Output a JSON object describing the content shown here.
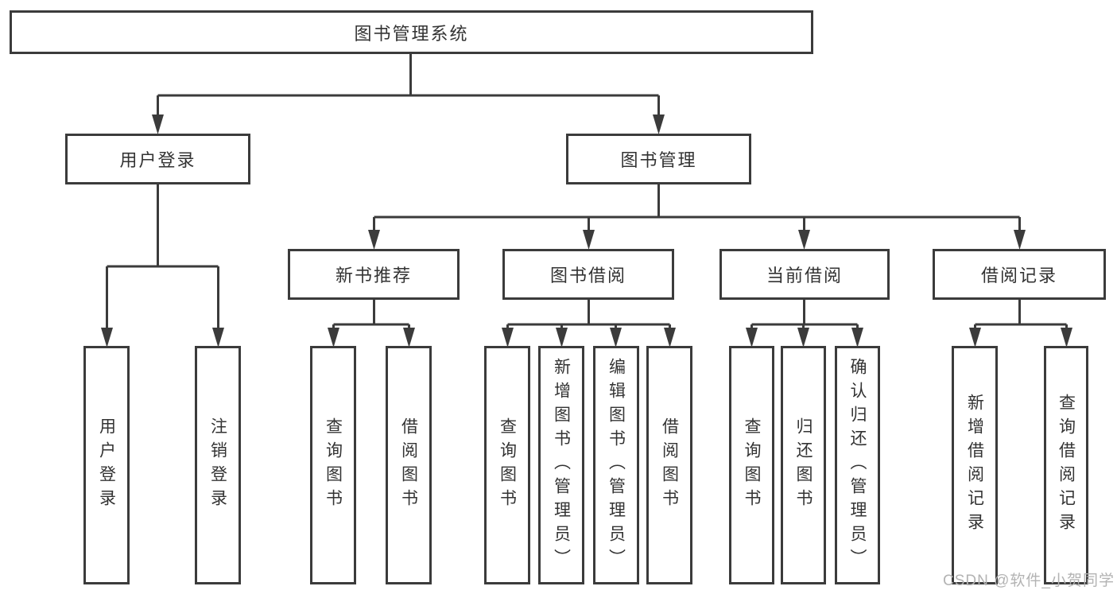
{
  "tree": {
    "root": {
      "label": "图书管理系统"
    },
    "level2": [
      {
        "label": "用户登录",
        "children": [
          {
            "label": "用户登录"
          },
          {
            "label": "注销登录"
          }
        ]
      },
      {
        "label": "图书管理",
        "children": [
          {
            "label": "新书推荐",
            "children": [
              {
                "label": "查询图书"
              },
              {
                "label": "借阅图书"
              }
            ]
          },
          {
            "label": "图书借阅",
            "children": [
              {
                "label": "查询图书"
              },
              {
                "label": "新增图书（管理员）"
              },
              {
                "label": "编辑图书（管理员）"
              },
              {
                "label": "借阅图书"
              }
            ]
          },
          {
            "label": "当前借阅",
            "children": [
              {
                "label": "查询图书"
              },
              {
                "label": "归还图书"
              },
              {
                "label": "确认归还（管理员）"
              }
            ]
          },
          {
            "label": "借阅记录",
            "children": [
              {
                "label": "新增借阅记录"
              },
              {
                "label": "查询借阅记录"
              }
            ]
          }
        ]
      }
    ]
  },
  "watermark": {
    "text": "CSDN @软件_小贺同学"
  },
  "colors": {
    "line": "#3b3b3b",
    "text": "#333333",
    "watermark": "#b3b3b3",
    "background": "#ffffff"
  }
}
